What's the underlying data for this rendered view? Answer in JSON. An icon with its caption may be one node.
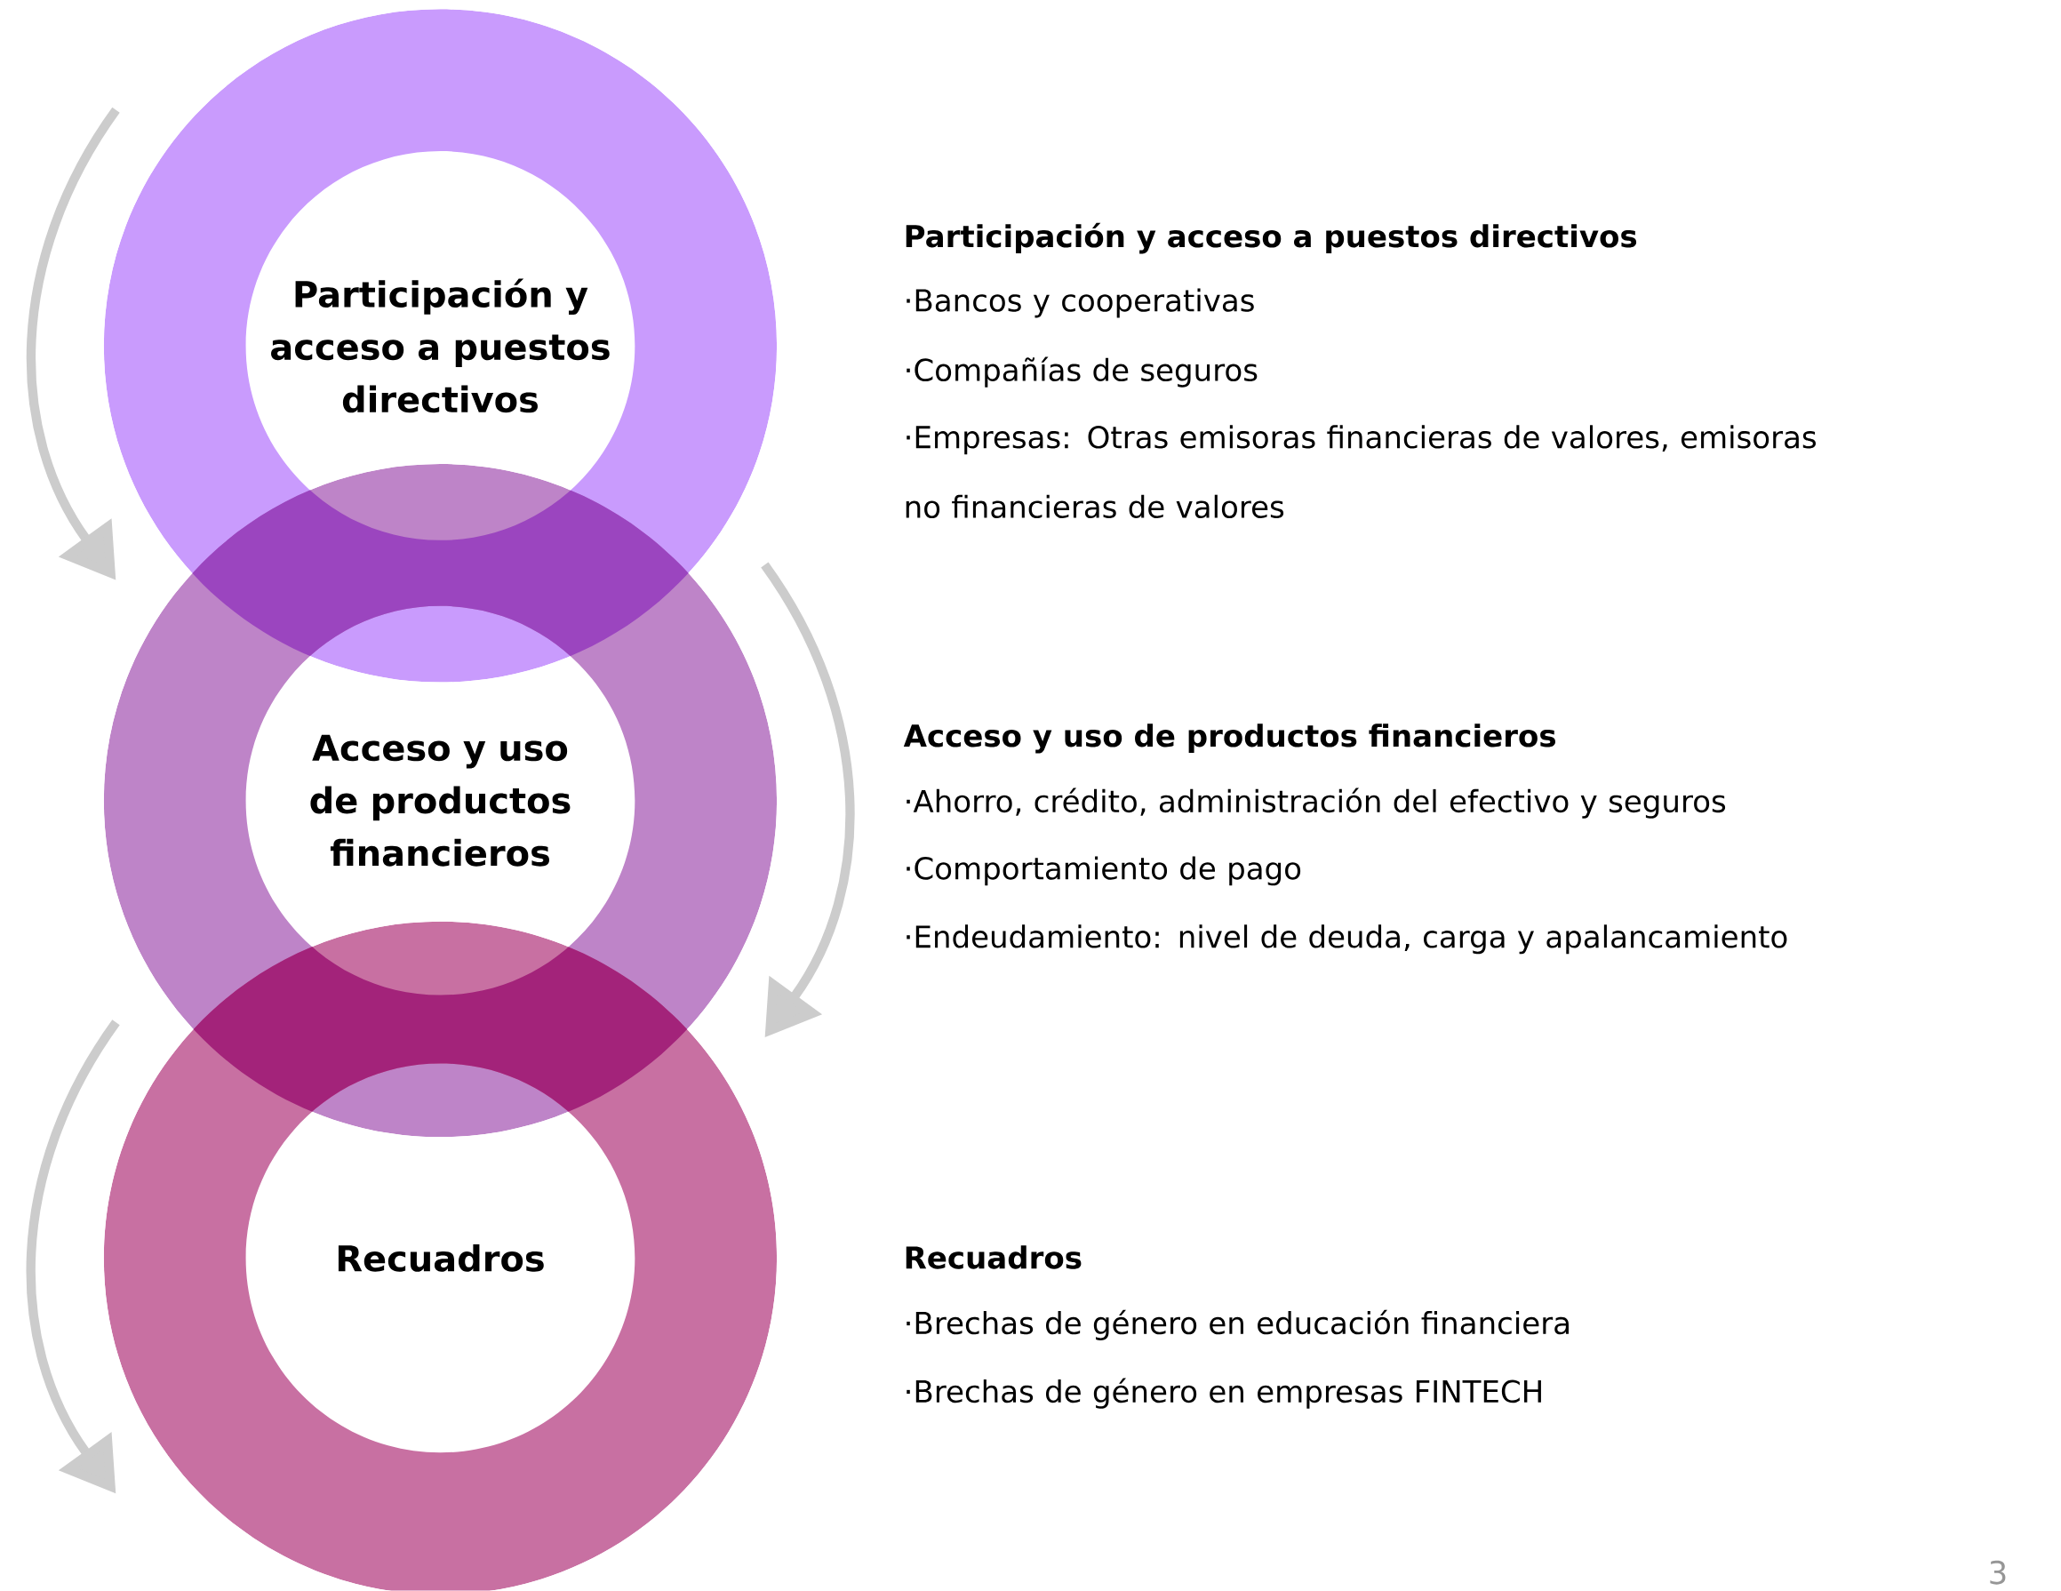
{
  "diagram": {
    "nodes": [
      {
        "text": [
          "Participación y acceso a puestos directivos"
        ]
      },
      {
        "text": [
          "Acceso y uso de productos financieros"
        ]
      },
      {
        "text": [
          "Recuadros"
        ]
      }
    ],
    "edges": [
      {
        "from": 0,
        "to": 1,
        "arrow": "to"
      },
      {
        "from": 1,
        "to": 2,
        "arrow": "to"
      },
      {
        "from": 2,
        "to": null,
        "arrow": "to"
      }
    ],
    "labels": [
      "Participación y acceso a puestos directivos",
      "·Bancos y cooperativas",
      "·Compañías de seguros",
      "·Empresas: Otras emisoras financieras de valores, emisoras no financieras de valores",
      "Acceso y uso de productos financieros",
      "·Ahorro, crédito, administración del efectivo y seguros",
      "·Comportamiento de pago",
      "·Endeudamiento: nivel de deuda, carga y apalancamiento",
      "Recuadros",
      "·Brechas de género en educación financiera",
      "·Brechas de género en empresas FINTECH",
      "3"
    ]
  }
}
